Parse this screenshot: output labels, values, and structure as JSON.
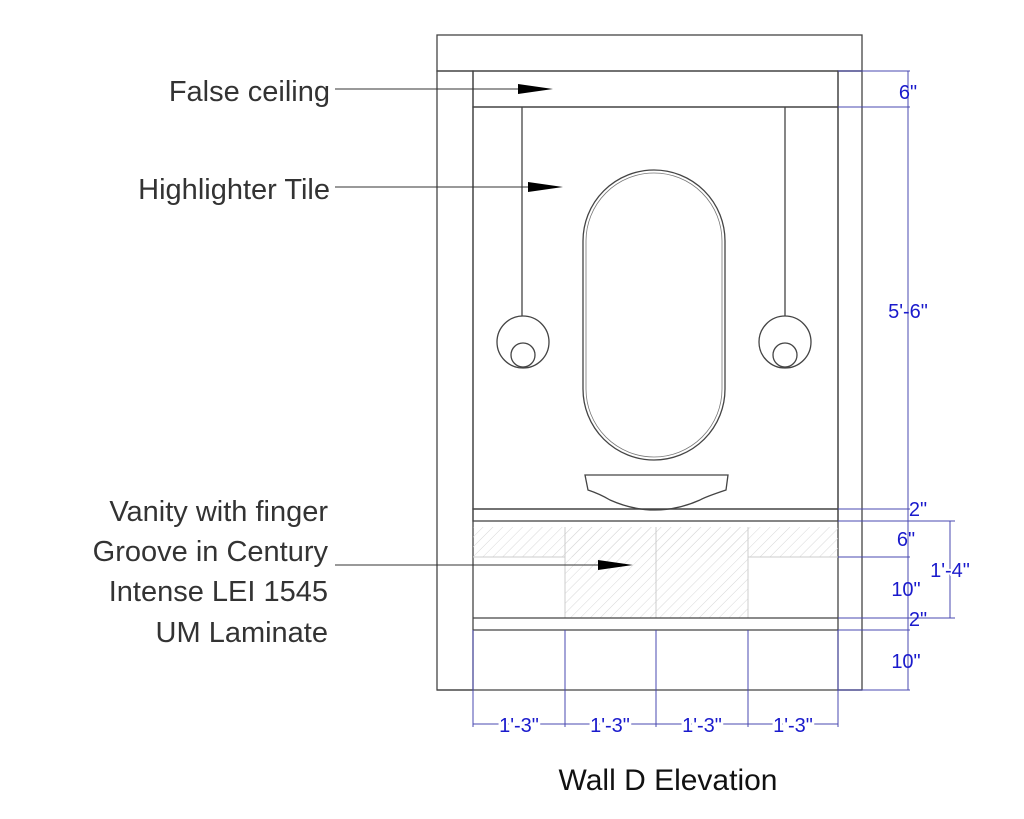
{
  "title": "Wall D Elevation",
  "labels": {
    "false_ceiling": "False ceiling",
    "highlighter_tile": "Highlighter Tile",
    "vanity": [
      "Vanity with finger",
      "Groove in Century",
      "Intense LEI 1545",
      "UM Laminate"
    ]
  },
  "dimensions": {
    "vertical": {
      "false_ceiling": "6\"",
      "tile_height": "5'-6\"",
      "counter_top": "2\"",
      "vanity_top_band": "6\"",
      "vanity_overall": "1'-4\"",
      "vanity_lower": "10\"",
      "vanity_base": "2\"",
      "bottom": "10\""
    },
    "horizontal": [
      "1'-3\"",
      "1'-3\"",
      "1'-3\"",
      "1'-3\""
    ]
  },
  "colors": {
    "dimension": "#1a1acc",
    "linework": "#444444"
  }
}
